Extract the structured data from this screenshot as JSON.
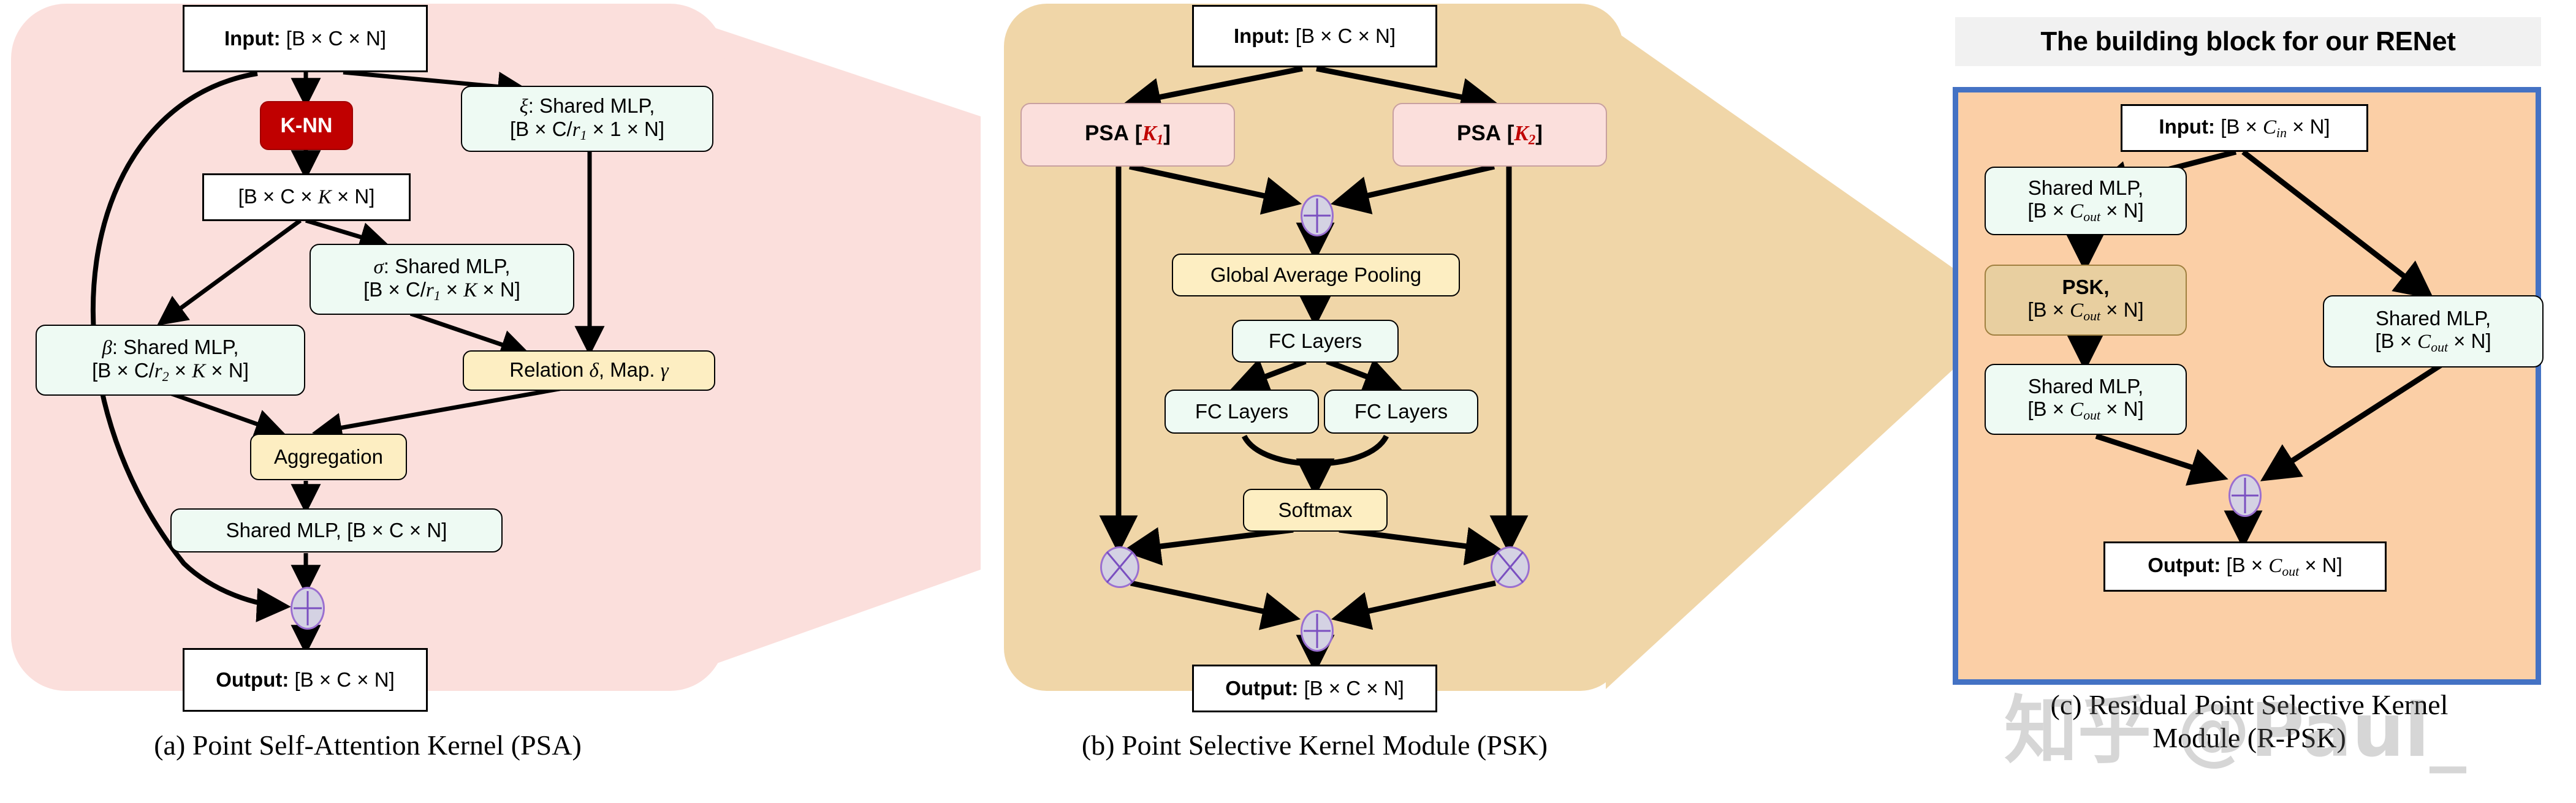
{
  "panel_a": {
    "caption": "(a) Point Self-Attention Kernel (PSA)",
    "nodes": {
      "input": "Input: [B × C × N]",
      "knn": "K-NN",
      "knn_out": "[B × C × K × N]",
      "xi_line1": "ξ:  Shared MLP,",
      "xi_line2": "[B × C/r1 × 1 × N]",
      "sigma_line1": "σ:  Shared MLP,",
      "sigma_line2": "[B × C/r1 × K × N]",
      "beta_line1": "β:  Shared MLP,",
      "beta_line2": "[B × C/r2 × K × N]",
      "relation": "Relation δ, Map. γ",
      "aggregation": "Aggregation",
      "shared_mlp": "Shared MLP, [B × C × N]",
      "output": "Output: [B × C × N]"
    },
    "ops": {
      "add": "⊕"
    }
  },
  "panel_b": {
    "caption": "(b) Point Selective Kernel Module (PSK)",
    "nodes": {
      "input": "Input: [B × C × N]",
      "psa_left": "PSA [K1]",
      "psa_right": "PSA [K2]",
      "gap": "Global Average Pooling",
      "fc_top": "FC Layers",
      "fc_left": "FC Layers",
      "fc_right": "FC Layers",
      "softmax": "Softmax",
      "output": "Output: [B × C × N]"
    },
    "ops": {
      "add": "⊕",
      "mul": "⊗"
    }
  },
  "panel_c": {
    "title": "The building block for our RENet",
    "caption_line1": "(c) Residual Point Selective Kernel",
    "caption_line2": "Module (R-PSK)",
    "nodes": {
      "input": "Input: [B × Cin × N]",
      "mlp_1_line1": "Shared MLP,",
      "mlp_1_line2": "[B × Cout × N]",
      "psk_line1": "PSK,",
      "psk_line2": "[B × Cout × N]",
      "mlp_2_line1": "Shared MLP,",
      "mlp_2_line2": "[B × Cout × N]",
      "mlp_right_line1": "Shared MLP,",
      "mlp_right_line2": "[B × Cout × N]",
      "output": "Output: [B × Cout × N]"
    },
    "ops": {
      "add": "⊕"
    }
  },
  "watermark": {
    "text": "知乎 @Paul_"
  },
  "colors": {
    "panel_a_bg": "#fbdfdc",
    "panel_b_bg": "#f0d6a8",
    "panel_c_bg": "#fbcfa6",
    "panel_c_border": "#4472c4",
    "knn_red": "#c00000",
    "mlp_bg": "#eefaf3",
    "op_bg": "#fdeec2",
    "circle_stroke": "#9a6fd0"
  }
}
